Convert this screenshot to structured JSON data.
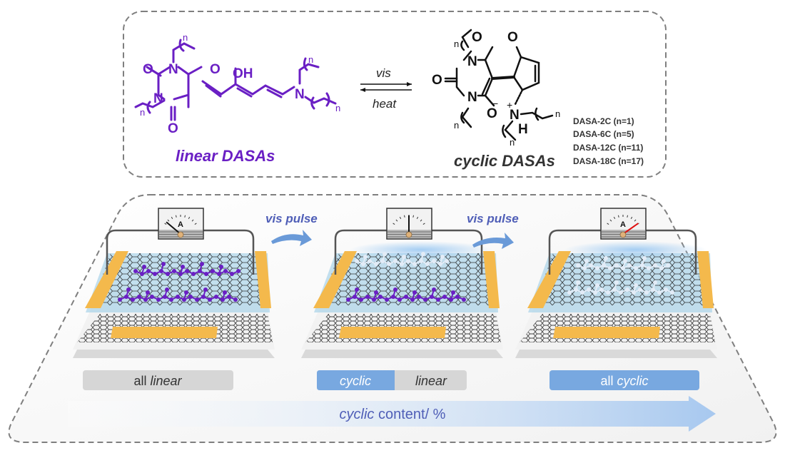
{
  "colors": {
    "purple": "#6a1fc4",
    "black": "#111111",
    "label_gray": "#333333",
    "arrow_blue": "#4f5eb7",
    "chip_gray": "#d6d6d6",
    "chip_blue": "#78a8e0",
    "electrode": "#f4b94c",
    "dielectric": "#a9d3e8",
    "needle_red": "#e01010"
  },
  "top_panel": {
    "linear": {
      "label": "linear DASAs",
      "atoms": {
        "o1": "O",
        "n1": "N",
        "o2": "O",
        "oh": "OH",
        "n2": "N",
        "o3": "O",
        "n3": "N",
        "n_sub": "n"
      }
    },
    "equilibrium": {
      "forward": "vis",
      "backward": "heat"
    },
    "cyclic": {
      "label": "cyclic DASAs",
      "atoms": {
        "o1": "O",
        "o2": "O",
        "o3": "O",
        "o_minus": "O",
        "minus": "−",
        "plus": "+",
        "n1": "N",
        "n2": "N",
        "n3": "N",
        "h": "H",
        "n_sub": "n"
      }
    },
    "variants": [
      "DASA-2C (n=1)",
      "DASA-6C (n=5)",
      "DASA-12C (n=11)",
      "DASA-18C (n=17)"
    ]
  },
  "bottom_panel": {
    "devices": [
      {
        "name": "device-all-linear",
        "meter_symbol": "A",
        "needle": "low",
        "state": "linear"
      },
      {
        "name": "device-mixed",
        "meter_symbol": "",
        "needle": "mid",
        "state": "mixed"
      },
      {
        "name": "device-all-cyclic",
        "meter_symbol": "A",
        "needle": "high",
        "state": "cyclic"
      }
    ],
    "pulse_labels": [
      "vis pulse",
      "vis pulse"
    ],
    "chips": {
      "left": {
        "prefix": "all ",
        "emph": "linear"
      },
      "middle": {
        "left": "cyclic",
        "right": "linear"
      },
      "right": {
        "prefix": "all ",
        "emph": "cyclic"
      }
    },
    "axis_arrow": {
      "emph": "cyclic",
      "rest": " content/ %"
    }
  }
}
